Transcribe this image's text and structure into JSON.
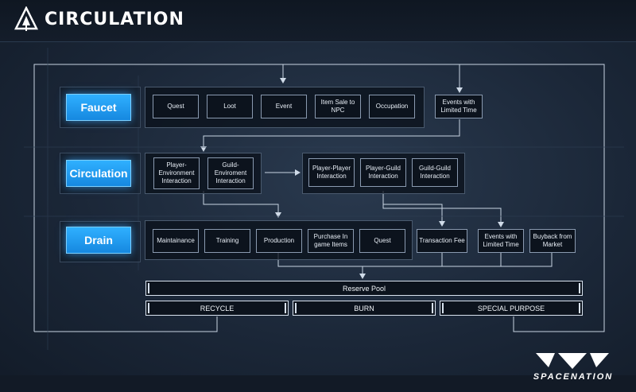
{
  "header": {
    "title": "CIRCULATION"
  },
  "rows": {
    "faucet": "Faucet",
    "circulation": "Circulation",
    "drain": "Drain"
  },
  "faucet_items": [
    "Quest",
    "Loot",
    "Event",
    "Item Sale to NPC",
    "Occupation"
  ],
  "faucet_extra": "Events with Limited Time",
  "circulation_left": [
    "Player-Environment Interaction",
    "Guild-Enviroment Interaction"
  ],
  "circulation_right": [
    "Player-Player Interaction",
    "Player-Guild Interaction",
    "Guild-Guild Interaction"
  ],
  "drain_items": [
    "Maintainance",
    "Training",
    "Production",
    "Purchase In game Items",
    "Quest"
  ],
  "drain_extra": [
    "Transaction Fee",
    "Events with Limited Time",
    "Buyback from Market"
  ],
  "reserve_pool": "Reserve Pool",
  "outcomes": [
    "RECYCLE",
    "BURN",
    "SPECIAL PURPOSE"
  ],
  "brand": {
    "name": "SPACENATION"
  },
  "colors": {
    "accent": "#1f9cf0",
    "line": "#c8d4e2",
    "background": "#1b2738"
  }
}
